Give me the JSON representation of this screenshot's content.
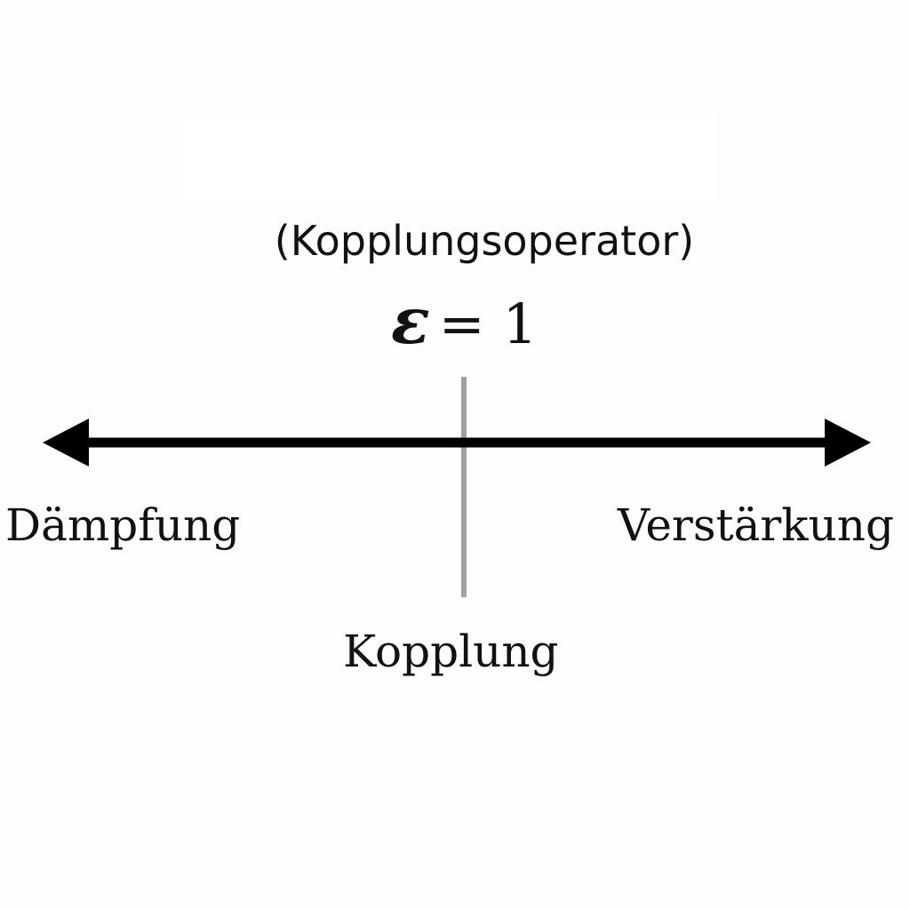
{
  "caption": "(Kopplungsoperator)",
  "equation": {
    "symbol": "ε",
    "rest": "= 1"
  },
  "axis": {
    "left_label": "Dämpfung",
    "center_label": "Kopplung",
    "right_label": "Verstärkung"
  },
  "colors": {
    "arrow": "#000000",
    "marker": "#a0a0a0",
    "text": "#111111",
    "background": "#fdfdfd"
  }
}
